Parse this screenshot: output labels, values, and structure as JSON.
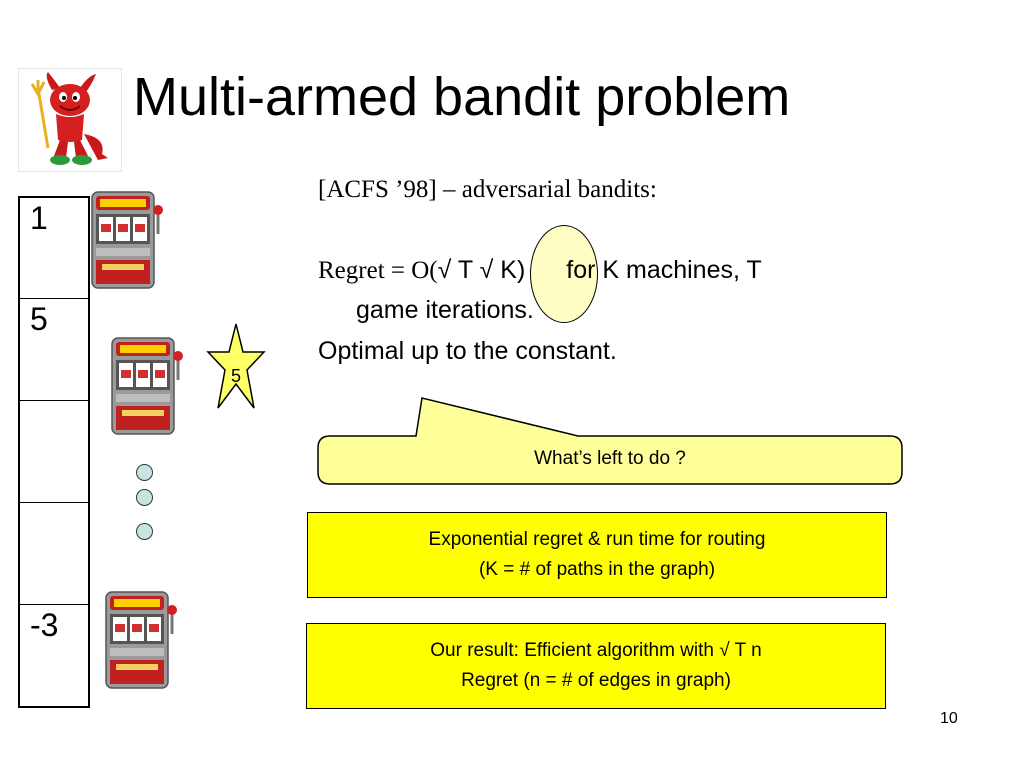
{
  "slide": {
    "title": "Multi-armed bandit problem",
    "page_number": "10"
  },
  "reward_table": {
    "cells": [
      "1",
      "5",
      "",
      "",
      "-3"
    ]
  },
  "star_label": "5",
  "text": {
    "citation": "[ACFS ’98] – adversarial bandits:",
    "regret_prefix": "Regret = O(",
    "regret_sqrt_t": "√ T",
    "regret_sqrt_k": "√ K",
    "regret_close": ")",
    "regret_suffix": "for K machines, T",
    "regret_cont": "game iterations.",
    "optimal": "Optimal up to the constant."
  },
  "callout": {
    "text": "What’s left to do ?"
  },
  "boxes": {
    "exponential_line1": "Exponential regret & run time for routing",
    "exponential_line2": "(K = # of paths in the graph)",
    "result_line1": "Our result: Efficient algorithm with √ T n",
    "result_line2": "Regret (n = # of edges in graph)"
  },
  "colors": {
    "box_fill": "#ffff00",
    "callout_fill": "#ffff99",
    "star_fill": "#ffff66",
    "dot_fill": "#c8e4e0"
  }
}
